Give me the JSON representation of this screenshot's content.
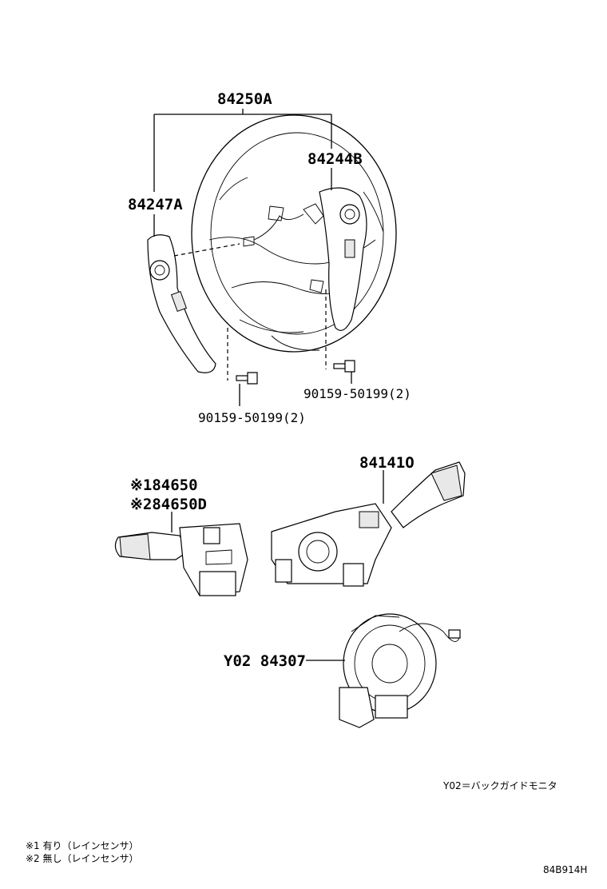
{
  "labels": {
    "steering_wheel_assy": "84250A",
    "switch_right": "84244B",
    "switch_left": "84247A",
    "screw_right": "90159-50199(2)",
    "screw_left": "90159-50199(2)",
    "combination_switch": "84141О",
    "wiper_switch_1": "※184650",
    "wiper_switch_2": "※284650D",
    "spiral_cable": "Y02 84307"
  },
  "notes": {
    "y02": "Y02＝バックガイドモニタ",
    "note1": "※1 有り（レインセンサ）",
    "note2": "※2 無し（レインセンサ）",
    "drawing_id": "84B914H"
  }
}
